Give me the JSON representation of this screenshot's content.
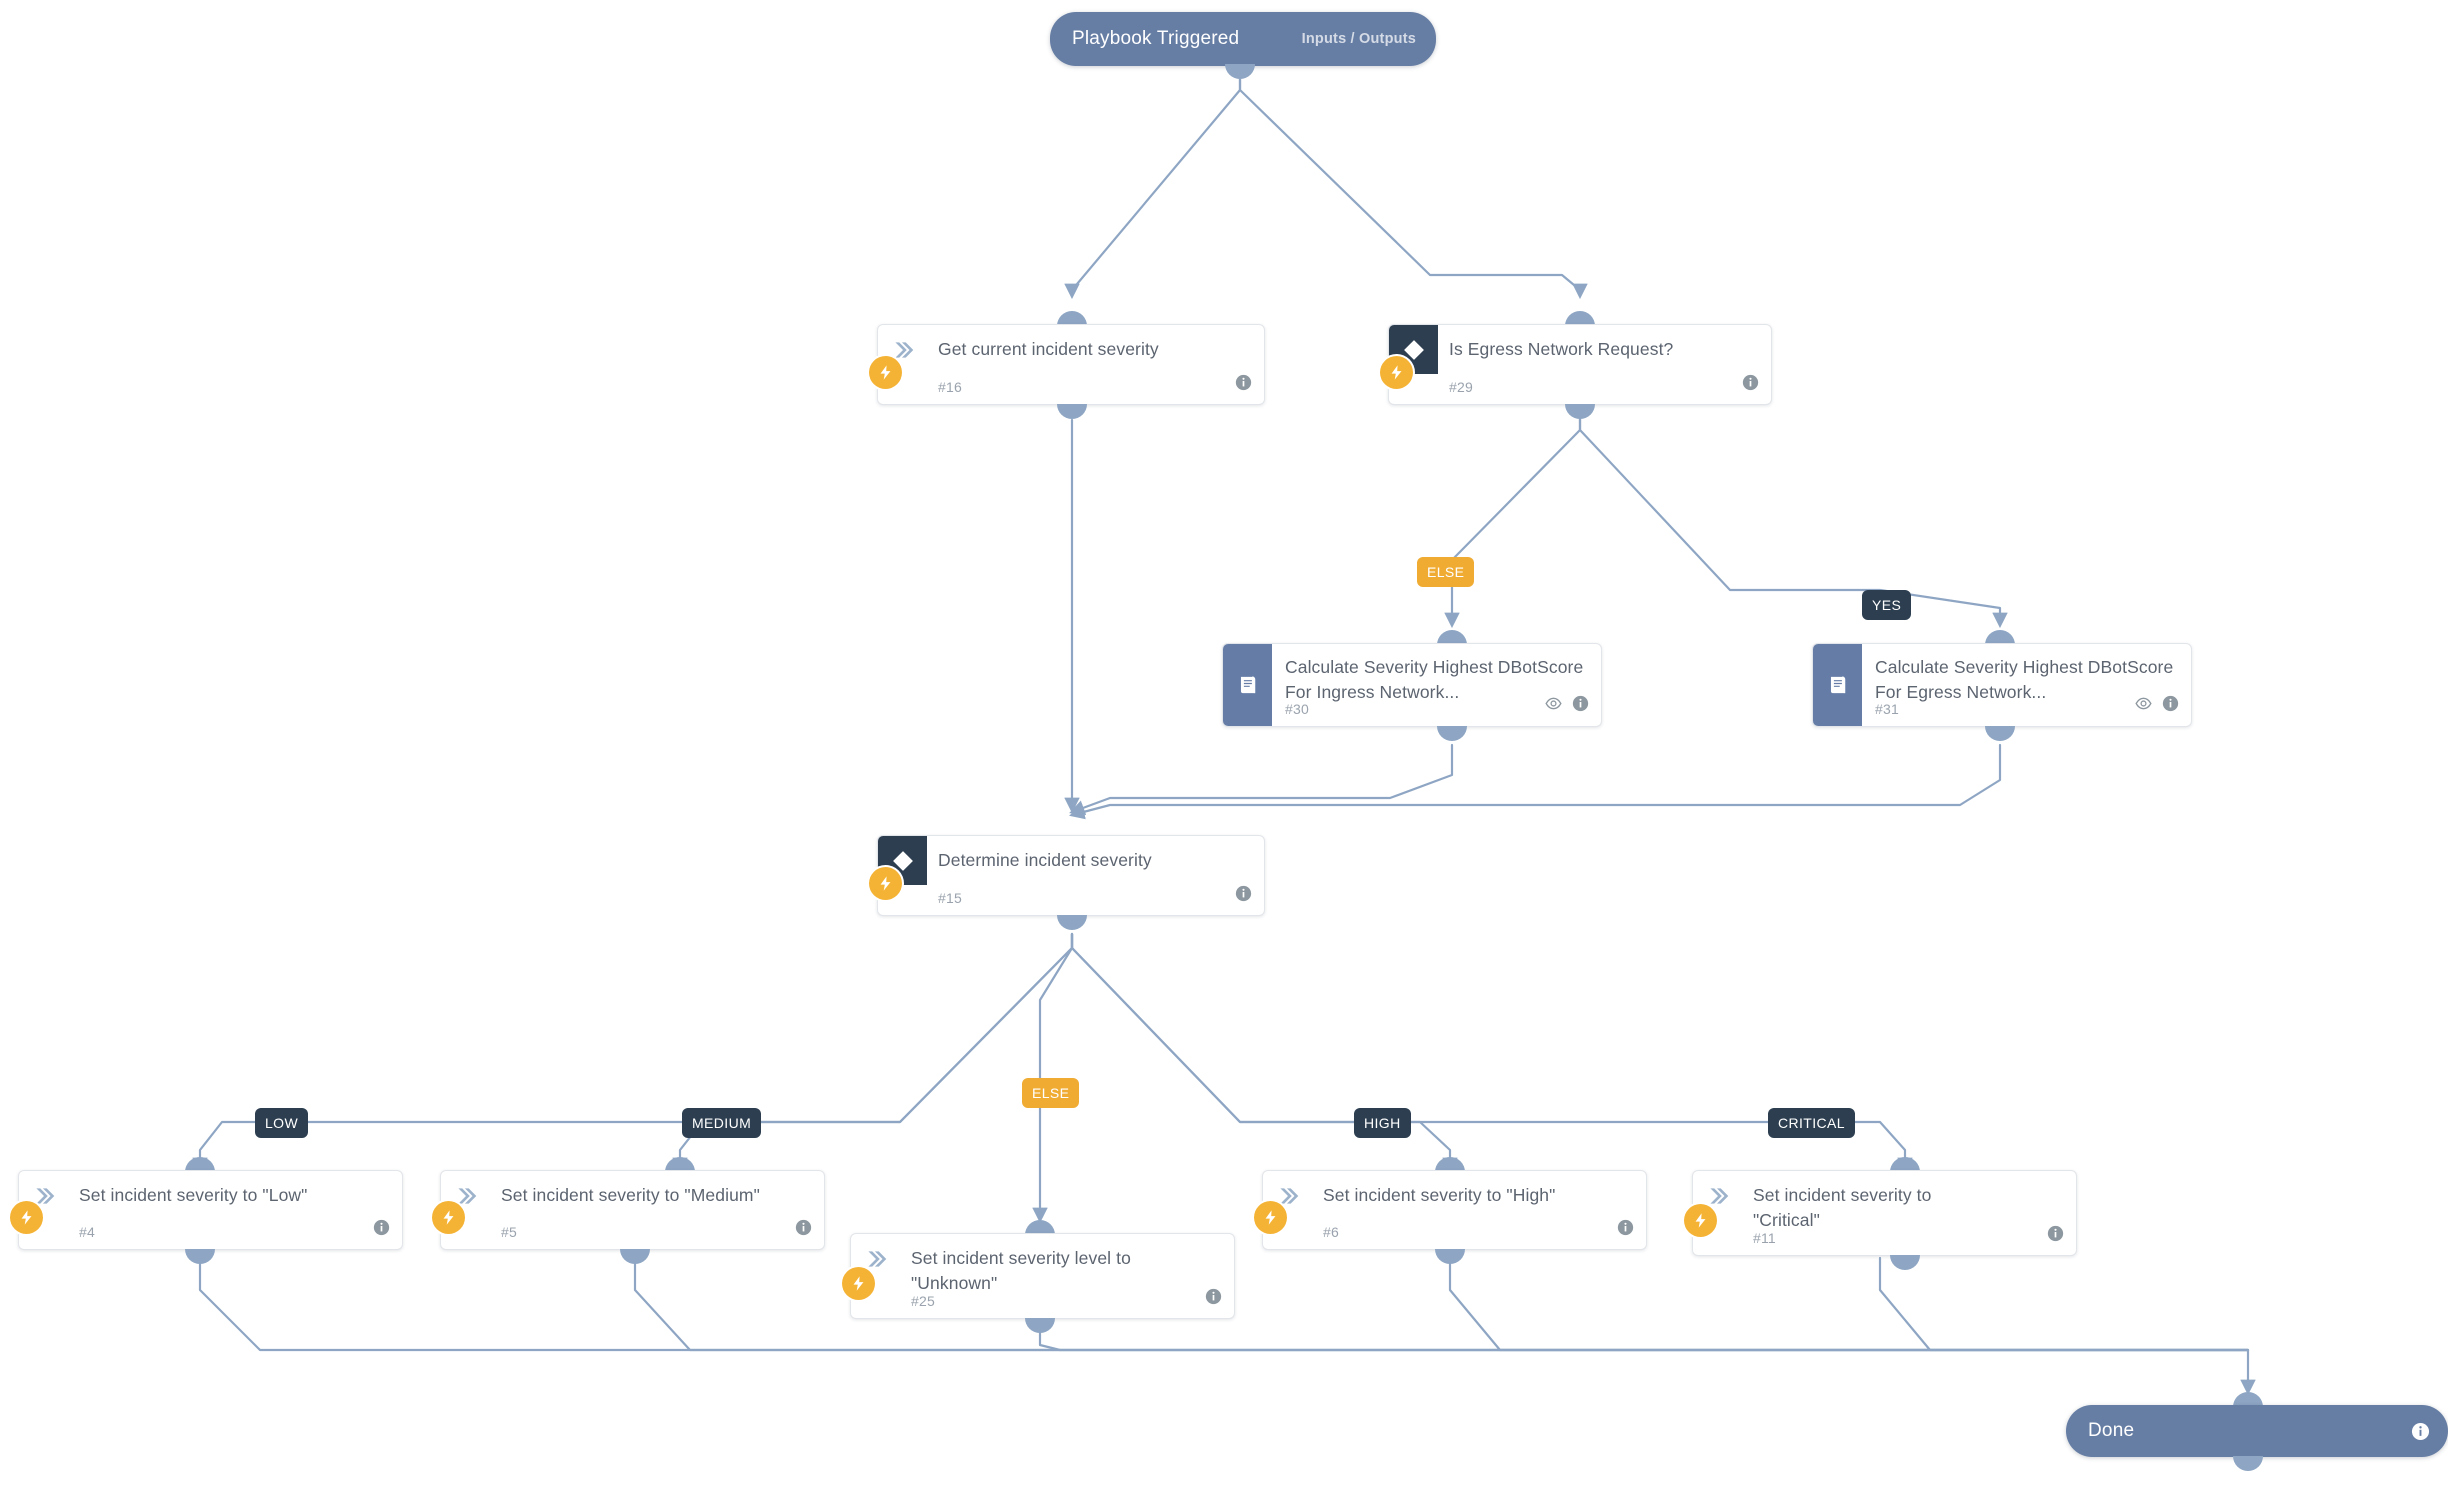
{
  "canvas": {
    "background": "#ffffff",
    "edge_color": "#8ea6c4",
    "port_color": "#8ea6c4"
  },
  "palette": {
    "pill_bg": "#667da4",
    "condition_icon_bg": "#2c3e50",
    "subplaybook_icon_bg": "#657da6",
    "bolt_badge": "#f5b335",
    "badge_dark": "#2c3e50",
    "badge_amber": "#f0ab33",
    "title_text": "#5c6470",
    "taskid_text": "#9aa3ad"
  },
  "start": {
    "label": "Playbook Triggered",
    "secondary_label": "Inputs / Outputs"
  },
  "end": {
    "label": "Done",
    "info_icon": "info-icon"
  },
  "nodes": [
    {
      "id": "get-current-incident-severity",
      "kind": "task",
      "icon": "chevron-double-right-icon",
      "title": "Get current incident severity",
      "task_id": "#16",
      "has_bolt": true,
      "actions": [
        "info-icon"
      ]
    },
    {
      "id": "is-egress-network-request",
      "kind": "condition",
      "icon": "diamond-icon",
      "title": "Is Egress Network Request?",
      "task_id": "#29",
      "has_bolt": true,
      "actions": [
        "info-icon"
      ]
    },
    {
      "id": "calculate-severity-ingress",
      "kind": "subplaybook",
      "icon": "book-icon",
      "title": "Calculate Severity Highest DBotScore For Ingress Network...",
      "task_id": "#30",
      "has_bolt": false,
      "actions": [
        "eye-icon",
        "info-icon"
      ]
    },
    {
      "id": "calculate-severity-egress",
      "kind": "subplaybook",
      "icon": "book-icon",
      "title": "Calculate Severity Highest DBotScore For Egress Network...",
      "task_id": "#31",
      "has_bolt": false,
      "actions": [
        "eye-icon",
        "info-icon"
      ]
    },
    {
      "id": "determine-incident-severity",
      "kind": "condition",
      "icon": "diamond-icon",
      "title": "Determine incident severity",
      "task_id": "#15",
      "has_bolt": true,
      "actions": [
        "info-icon"
      ]
    },
    {
      "id": "set-severity-low",
      "kind": "task",
      "icon": "chevron-double-right-icon",
      "title": "Set incident severity to \"Low\"",
      "task_id": "#4",
      "has_bolt": true,
      "actions": [
        "info-icon"
      ]
    },
    {
      "id": "set-severity-medium",
      "kind": "task",
      "icon": "chevron-double-right-icon",
      "title": "Set incident severity to \"Medium\"",
      "task_id": "#5",
      "has_bolt": true,
      "actions": [
        "info-icon"
      ]
    },
    {
      "id": "set-severity-unknown",
      "kind": "task",
      "icon": "chevron-double-right-icon",
      "title": "Set incident severity level to \"Unknown\"",
      "task_id": "#25",
      "has_bolt": true,
      "actions": [
        "info-icon"
      ]
    },
    {
      "id": "set-severity-high",
      "kind": "task",
      "icon": "chevron-double-right-icon",
      "title": "Set incident severity to \"High\"",
      "task_id": "#6",
      "has_bolt": true,
      "actions": [
        "info-icon"
      ]
    },
    {
      "id": "set-severity-critical",
      "kind": "task",
      "icon": "chevron-double-right-icon",
      "title": "Set incident severity to \"Critical\"",
      "task_id": "#11",
      "has_bolt": true,
      "actions": [
        "info-icon"
      ]
    }
  ],
  "branch_labels": [
    {
      "id": "else-egress",
      "text": "ELSE",
      "style": "amber"
    },
    {
      "id": "yes-egress",
      "text": "YES",
      "style": "dark"
    },
    {
      "id": "low",
      "text": "LOW",
      "style": "dark"
    },
    {
      "id": "medium",
      "text": "MEDIUM",
      "style": "dark"
    },
    {
      "id": "else-severity",
      "text": "ELSE",
      "style": "amber"
    },
    {
      "id": "high",
      "text": "HIGH",
      "style": "dark"
    },
    {
      "id": "critical",
      "text": "CRITICAL",
      "style": "dark"
    }
  ]
}
